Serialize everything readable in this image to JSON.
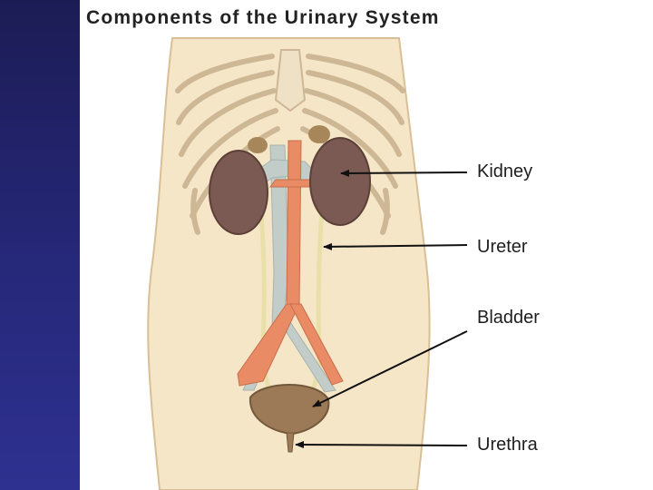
{
  "slide": {
    "title": "Components of the Urinary System"
  },
  "labels": {
    "kidney": "Kidney",
    "ureter": "Ureter",
    "bladder": "Bladder",
    "urethra": "Urethra"
  },
  "colors": {
    "sidebar": "#24266f",
    "skin": "#f6e6c8",
    "kidney": "#7a5a52",
    "artery": "#e98c66",
    "vein": "#c2ccc8",
    "ureter": "#e8e0a8",
    "bladder": "#9c7a58"
  }
}
